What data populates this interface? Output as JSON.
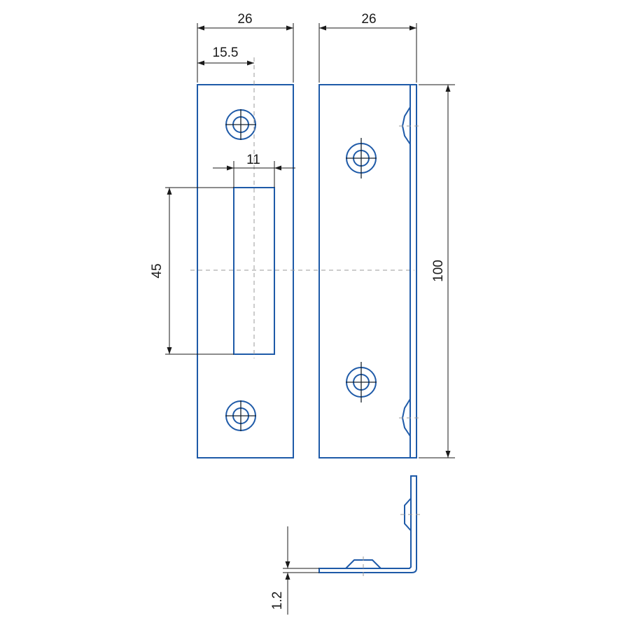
{
  "dimensions": {
    "front_width": "26",
    "side_width": "26",
    "hole_offset": "15.5",
    "slot_width": "11",
    "slot_height": "45",
    "plate_height": "100",
    "thickness": "1.2"
  },
  "colors": {
    "part_outline": "#1e5aa8",
    "dimension_line": "#1a1a1a",
    "center_line": "#9a9a9a",
    "background": "#ffffff"
  }
}
